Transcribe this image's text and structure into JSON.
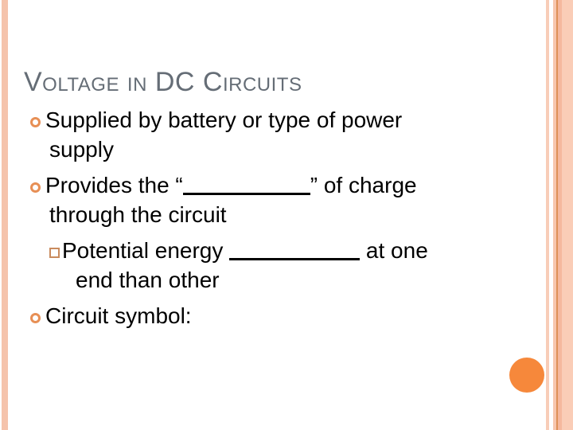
{
  "slide": {
    "title": "Voltage in DC Circuits",
    "bullets": [
      {
        "level": 1,
        "marker": "ring",
        "lines": [
          [
            {
              "t": "Supplied by battery or type of power"
            }
          ],
          [
            {
              "t": "supply"
            }
          ]
        ]
      },
      {
        "level": 1,
        "marker": "ring",
        "lines": [
          [
            {
              "t": "Provides the “"
            },
            {
              "blank": 160
            },
            {
              "t": "” of charge"
            }
          ],
          [
            {
              "t": "through the circuit"
            }
          ]
        ]
      },
      {
        "level": 2,
        "marker": "square",
        "lines": [
          [
            {
              "t": "Potential energy "
            },
            {
              "blank": 164
            },
            {
              "t": " at one"
            }
          ],
          [
            {
              "t": "end than other"
            }
          ]
        ]
      },
      {
        "level": 1,
        "marker": "ring",
        "lines": [
          [
            {
              "t": "Circuit symbol:"
            }
          ]
        ]
      }
    ]
  },
  "colors": {
    "background": "#FFFFFF",
    "title": "#656D76",
    "body-text": "#000000",
    "ring-bullet": "#E78F55",
    "square-bullet": "#C98B5E",
    "stripe-left": "#F5C3AC",
    "stripe-r1": "#F8CDB8",
    "stripe-r2": "#F7C6AE",
    "stripe-r3": "#DE9058",
    "stripe-r4": "#F5B89E",
    "stripe-r5": "#FACDB7",
    "dot": "#F6883B"
  }
}
